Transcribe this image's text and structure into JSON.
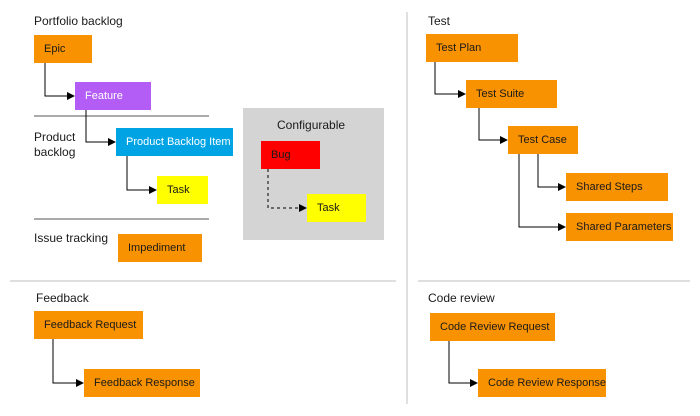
{
  "sections": {
    "portfolio": "Portfolio backlog",
    "product_line1": "Product",
    "product_line2": "backlog",
    "issue": "Issue tracking",
    "configurable": "Configurable",
    "test": "Test",
    "feedback": "Feedback",
    "code_review": "Code review"
  },
  "items": {
    "epic": "Epic",
    "feature": "Feature",
    "pbi": "Product Backlog Item",
    "task": "Task",
    "impediment": "Impediment",
    "bug": "Bug",
    "config_task": "Task",
    "test_plan": "Test Plan",
    "test_suite": "Test Suite",
    "test_case": "Test Case",
    "shared_steps": "Shared Steps",
    "shared_parameters": "Shared Parameters",
    "feedback_request": "Feedback Request",
    "feedback_response": "Feedback Response",
    "code_review_request": "Code Review Request",
    "code_review_response": "Code Review Response"
  },
  "colors": {
    "orange": "#f99200",
    "purple": "#b45cf6",
    "blue": "#00a4e5",
    "yellow": "#ffff00",
    "red": "#ff0000",
    "configurable_bg": "#d4d4d4",
    "divider": "#bfbfbf"
  }
}
